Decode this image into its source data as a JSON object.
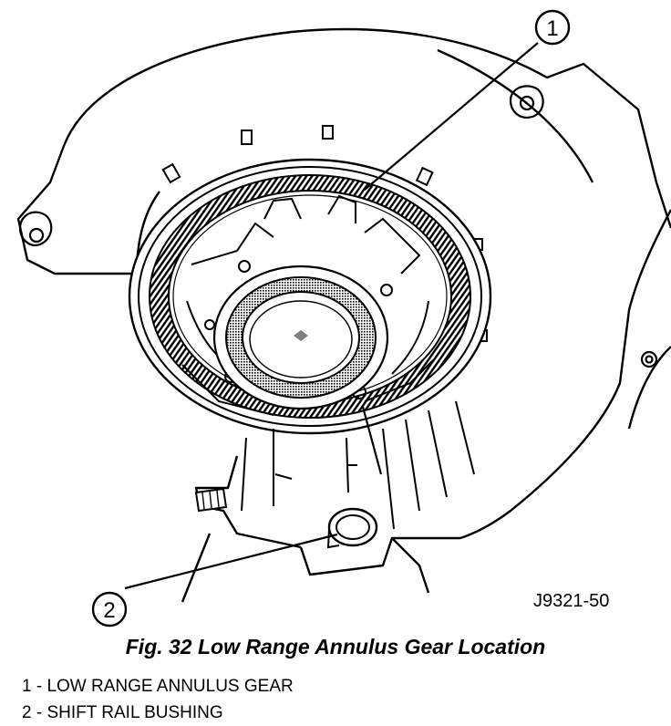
{
  "figure": {
    "callouts": [
      {
        "number": "1"
      },
      {
        "number": "2"
      }
    ],
    "image_code": "J9321-50",
    "caption": "Fig. 32 Low Range Annulus Gear Location"
  },
  "legend": [
    {
      "text": "1 - LOW RANGE ANNULUS GEAR"
    },
    {
      "text": "2 - SHIFT RAIL BUSHING"
    }
  ]
}
